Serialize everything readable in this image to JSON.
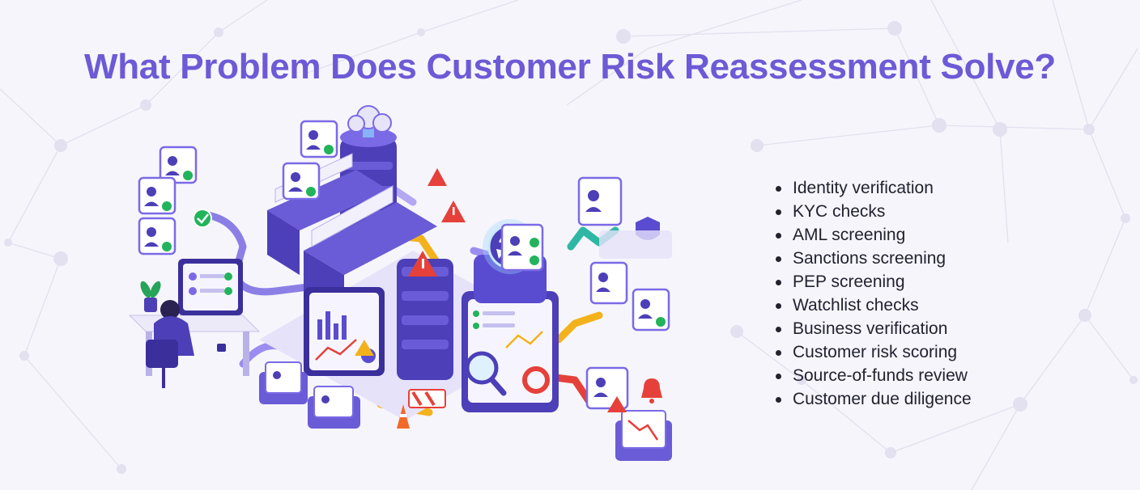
{
  "page": {
    "title": "What Problem Does Customer Risk Reassessment Solve?"
  },
  "checklist": {
    "items": [
      "Identity verification",
      "KYC checks",
      "AML screening",
      "Sanctions screening",
      "PEP screening",
      "Watchlist checks",
      "Business verification",
      "Customer risk scoring",
      "Source-of-funds review",
      "Customer due diligence"
    ]
  },
  "colors": {
    "title": "#6d5ad6",
    "background": "#f6f5fb",
    "primary": "#6a5bd6",
    "dark": "#3b2f9c",
    "success": "#22b35b",
    "warning": "#f3b21c",
    "danger": "#e5413a",
    "teal": "#2fb7a5"
  },
  "icons": [
    "cloud-icon",
    "server-icon",
    "refresh-icon",
    "warning-icon",
    "check-icon",
    "alarm-bell-icon",
    "shield-icon",
    "magnifier-icon",
    "traffic-cone-icon",
    "plant-icon",
    "user-icon"
  ]
}
